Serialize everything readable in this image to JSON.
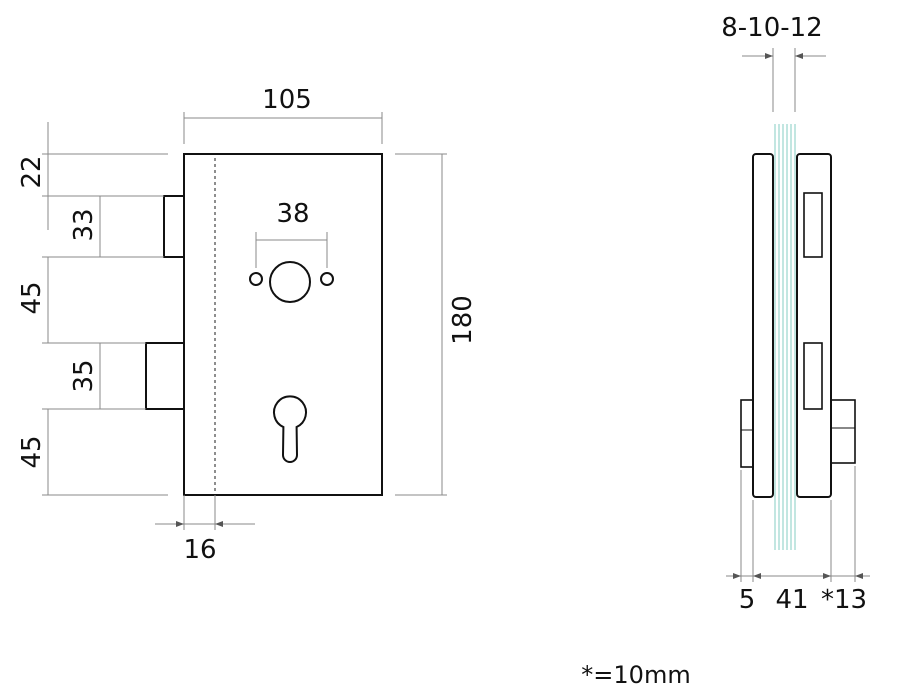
{
  "front_view": {
    "dimensions": {
      "width": "105",
      "height": "180",
      "top_offset": "22",
      "upper_latch_height": "33",
      "mid_gap": "45",
      "lower_bolt_height": "35",
      "bottom_offset": "45",
      "hole_spacing": "38",
      "edge_offset": "16"
    }
  },
  "side_view": {
    "dimensions": {
      "glass_thickness": "8-10-12",
      "left_offset": "5",
      "body_depth": "41",
      "right_offset": "*13"
    }
  },
  "footnote": "*=10mm"
}
